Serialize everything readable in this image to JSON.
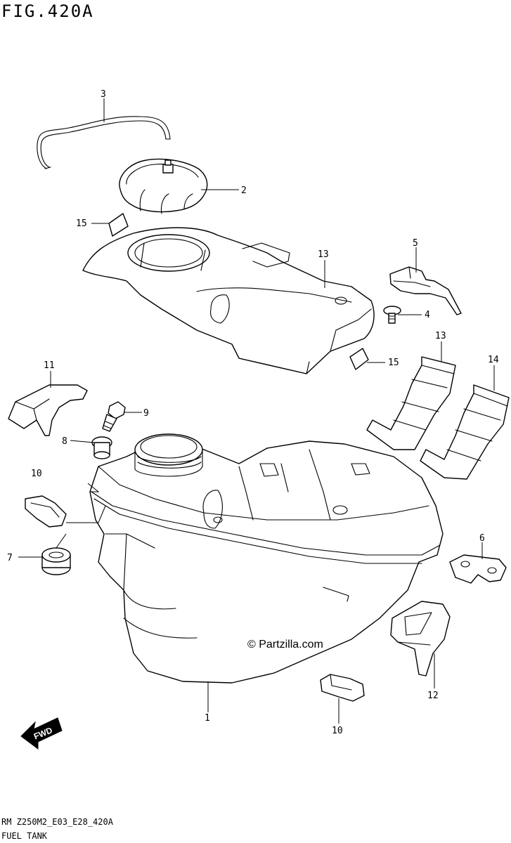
{
  "figure": {
    "title": "FIG.420A",
    "footer_code": "RM Z250M2_E03_E28_420A",
    "footer_name": "FUEL TANK"
  },
  "watermark": "© Partzilla.com",
  "direction_marker": "FWD",
  "callouts": [
    {
      "id": "1",
      "part": "fuel-tank"
    },
    {
      "id": "2",
      "part": "fuel-cap"
    },
    {
      "id": "3",
      "part": "breather-hose"
    },
    {
      "id": "4",
      "part": "screw"
    },
    {
      "id": "5",
      "part": "tank-bracket"
    },
    {
      "id": "6",
      "part": "mounting-plate"
    },
    {
      "id": "7",
      "part": "cushion"
    },
    {
      "id": "8",
      "part": "collar"
    },
    {
      "id": "9",
      "part": "bolt"
    },
    {
      "id": "10",
      "part": "clamp-left"
    },
    {
      "id": "10",
      "part": "clamp-bottom"
    },
    {
      "id": "11",
      "part": "guide-left"
    },
    {
      "id": "12",
      "part": "guide-right"
    },
    {
      "id": "13",
      "part": "pad-left"
    },
    {
      "id": "13",
      "part": "pad-right"
    },
    {
      "id": "14",
      "part": "tank-cover"
    },
    {
      "id": "15",
      "part": "cushion-tape-left"
    },
    {
      "id": "15",
      "part": "cushion-tape-right"
    }
  ]
}
